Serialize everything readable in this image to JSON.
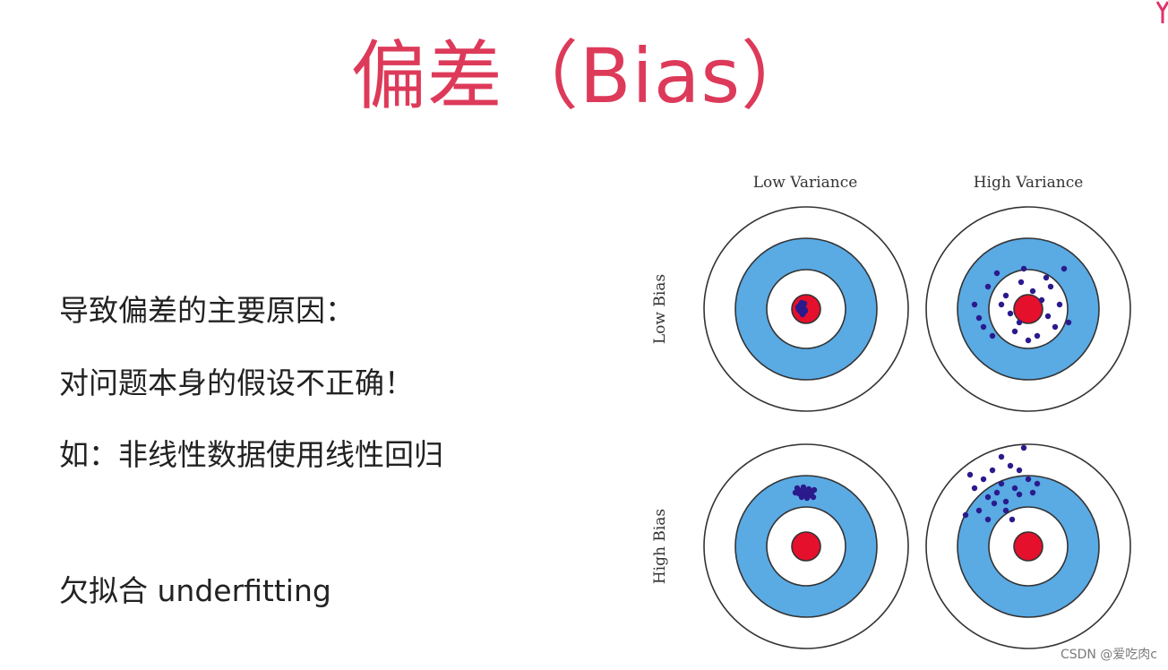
{
  "slide": {
    "title": "偏差（Bias）",
    "lines": [
      "导致偏差的主要原因：",
      "对问题本身的假设不正确！",
      "如：非线性数据使用线性回归",
      "欠拟合 underfitting"
    ],
    "watermark": "CSDN @爱吃肉c"
  },
  "diagram": {
    "column_labels": [
      "Low Variance",
      "High Variance"
    ],
    "row_labels": [
      "Low Bias",
      "High Bias"
    ],
    "colors": {
      "ring_fill": "#ffffff",
      "band_fill": "#5aaae4",
      "bullseye_fill": "#e4102c",
      "outline": "#333333",
      "point_fill": "#2a1a8c"
    },
    "panels": [
      {
        "name": "low-bias-low-variance",
        "points": [
          [
            -7,
            -4
          ],
          [
            -4,
            -1
          ],
          [
            -6,
            3
          ],
          [
            -2,
            -6
          ],
          [
            -8,
            1
          ],
          [
            -3,
            4
          ],
          [
            -5,
            -7
          ],
          [
            -1,
            2
          ],
          [
            -9,
            -2
          ],
          [
            -4,
            6
          ],
          [
            -6,
            -1
          ],
          [
            -2,
            0
          ]
        ]
      },
      {
        "name": "low-bias-high-variance",
        "points": [
          [
            -35,
            -40
          ],
          [
            -25,
            -15
          ],
          [
            -55,
            10
          ],
          [
            -15,
            25
          ],
          [
            -40,
            30
          ],
          [
            20,
            -35
          ],
          [
            35,
            -5
          ],
          [
            -5,
            -45
          ],
          [
            45,
            15
          ],
          [
            10,
            30
          ],
          [
            -30,
            -5
          ],
          [
            -20,
            5
          ],
          [
            5,
            -20
          ],
          [
            -45,
            -25
          ],
          [
            30,
            20
          ],
          [
            15,
            -10
          ],
          [
            -10,
            15
          ],
          [
            25,
            -25
          ],
          [
            -50,
            20
          ],
          [
            0,
            35
          ],
          [
            40,
            -45
          ],
          [
            -60,
            -5
          ],
          [
            -8,
            -30
          ],
          [
            22,
            8
          ]
        ]
      },
      {
        "name": "high-bias-low-variance",
        "points": [
          [
            -10,
            -65
          ],
          [
            -6,
            -62
          ],
          [
            -3,
            -66
          ],
          [
            0,
            -61
          ],
          [
            3,
            -64
          ],
          [
            6,
            -60
          ],
          [
            -8,
            -59
          ],
          [
            -2,
            -58
          ],
          [
            4,
            -57
          ],
          [
            9,
            -63
          ],
          [
            -5,
            -55
          ],
          [
            8,
            -55
          ],
          [
            1,
            -54
          ],
          [
            -12,
            -60
          ]
        ]
      },
      {
        "name": "high-bias-high-variance",
        "points": [
          [
            -65,
            -80
          ],
          [
            -60,
            -65
          ],
          [
            -50,
            -75
          ],
          [
            -45,
            -55
          ],
          [
            -40,
            -85
          ],
          [
            -35,
            -60
          ],
          [
            -30,
            -70
          ],
          [
            -25,
            -50
          ],
          [
            -20,
            -90
          ],
          [
            -15,
            -65
          ],
          [
            -10,
            -58
          ],
          [
            -5,
            -110
          ],
          [
            0,
            -75
          ],
          [
            5,
            -60
          ],
          [
            -55,
            -40
          ],
          [
            -70,
            -35
          ],
          [
            -45,
            -30
          ],
          [
            -25,
            -40
          ],
          [
            -30,
            -100
          ],
          [
            -10,
            -85
          ],
          [
            -38,
            -48
          ],
          [
            -18,
            -30
          ],
          [
            10,
            -70
          ]
        ]
      }
    ]
  }
}
